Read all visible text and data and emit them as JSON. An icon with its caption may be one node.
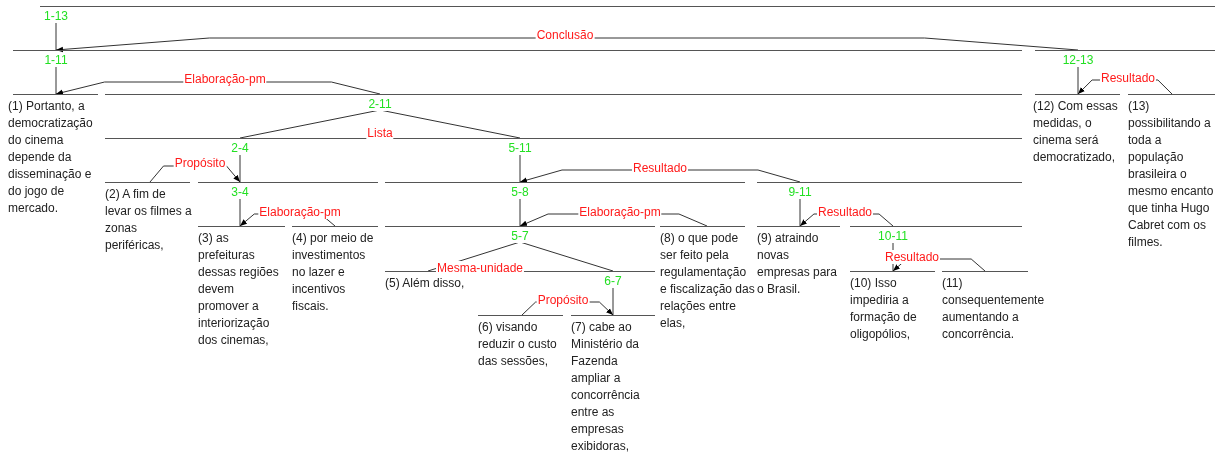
{
  "diagram": {
    "nodes": [
      {
        "text": [
          "1-13"
        ]
      },
      {
        "text": [
          "1-11"
        ]
      },
      {
        "text": [
          "12-13"
        ]
      },
      {
        "text": [
          "(1) Portanto, a democratização do cinema depende da disseminação e do jogo de mercado."
        ]
      },
      {
        "text": [
          "2-11"
        ]
      },
      {
        "text": [
          "(12) Com essas medidas, o cinema será democratizado,"
        ]
      },
      {
        "text": [
          "(13) possibilitando a toda a população brasileira o mesmo encanto que tinha Hugo Cabret com os filmes."
        ]
      },
      {
        "text": [
          "2-4"
        ]
      },
      {
        "text": [
          "5-11"
        ]
      },
      {
        "text": [
          "(2) A fim de levar os filmes a zonas periféricas,"
        ]
      },
      {
        "text": [
          "3-4"
        ]
      },
      {
        "text": [
          "5-8"
        ]
      },
      {
        "text": [
          "9-11"
        ]
      },
      {
        "text": [
          "(3) as prefeituras dessas regiões devem promover a interiorização dos cinemas,"
        ]
      },
      {
        "text": [
          "(4) por meio de investimentos no lazer e incentivos fiscais."
        ]
      },
      {
        "text": [
          "5-7"
        ]
      },
      {
        "text": [
          "(8) o que pode ser feito pela regulamentação e fiscalização das relações entre elas,"
        ]
      },
      {
        "text": [
          "(9) atraindo novas empresas para o Brasil."
        ]
      },
      {
        "text": [
          "10-11"
        ]
      },
      {
        "text": [
          "(5) Além disso,"
        ]
      },
      {
        "text": [
          "6-7"
        ]
      },
      {
        "text": [
          "(10) Isso impediria a formação de oligopólios,"
        ]
      },
      {
        "text": [
          "(11) consequentemente aumentando a concorrência."
        ]
      },
      {
        "text": [
          "(6) visando reduzir o custo das sessões,"
        ]
      },
      {
        "text": [
          "(7) cabe ao Ministério da Fazenda ampliar a concorrência entre as empresas exibidoras,"
        ]
      }
    ],
    "edges": [
      {
        "from": 0,
        "to": 1,
        "arrow": "none"
      },
      {
        "from": 2,
        "to": 1,
        "arrow": "to",
        "label": "Conclusão"
      },
      {
        "from": 1,
        "to": 3,
        "arrow": "none"
      },
      {
        "from": 4,
        "to": 3,
        "arrow": "to",
        "label": "Elaboração-pm"
      },
      {
        "from": 2,
        "to": 5,
        "arrow": "none"
      },
      {
        "from": 6,
        "to": 5,
        "arrow": "to",
        "label": "Resultado"
      },
      {
        "from": 4,
        "to": 7,
        "arrow": "none",
        "label": "Lista"
      },
      {
        "from": 4,
        "to": 8,
        "arrow": "none"
      },
      {
        "from": 7,
        "to": 10,
        "arrow": "none"
      },
      {
        "from": 9,
        "to": 10,
        "arrow": "to",
        "label": "Propósito"
      },
      {
        "from": 8,
        "to": 11,
        "arrow": "none"
      },
      {
        "from": 12,
        "to": 11,
        "arrow": "to",
        "label": "Resultado"
      },
      {
        "from": 10,
        "to": 13,
        "arrow": "none"
      },
      {
        "from": 14,
        "to": 13,
        "arrow": "to",
        "label": "Elaboração-pm"
      },
      {
        "from": 11,
        "to": 15,
        "arrow": "none"
      },
      {
        "from": 16,
        "to": 15,
        "arrow": "to",
        "label": "Elaboração-pm"
      },
      {
        "from": 12,
        "to": 17,
        "arrow": "none"
      },
      {
        "from": 18,
        "to": 17,
        "arrow": "to",
        "label": "Resultado"
      },
      {
        "from": 15,
        "to": 19,
        "arrow": "none",
        "label": "Mesma-unidade"
      },
      {
        "from": 15,
        "to": 20,
        "arrow": "none"
      },
      {
        "from": 18,
        "to": 21,
        "arrow": "none"
      },
      {
        "from": 22,
        "to": 21,
        "arrow": "to",
        "label": "Resultado"
      },
      {
        "from": 20,
        "to": 24,
        "arrow": "none"
      },
      {
        "from": 23,
        "to": 24,
        "arrow": "to",
        "label": "Propósito"
      }
    ]
  }
}
